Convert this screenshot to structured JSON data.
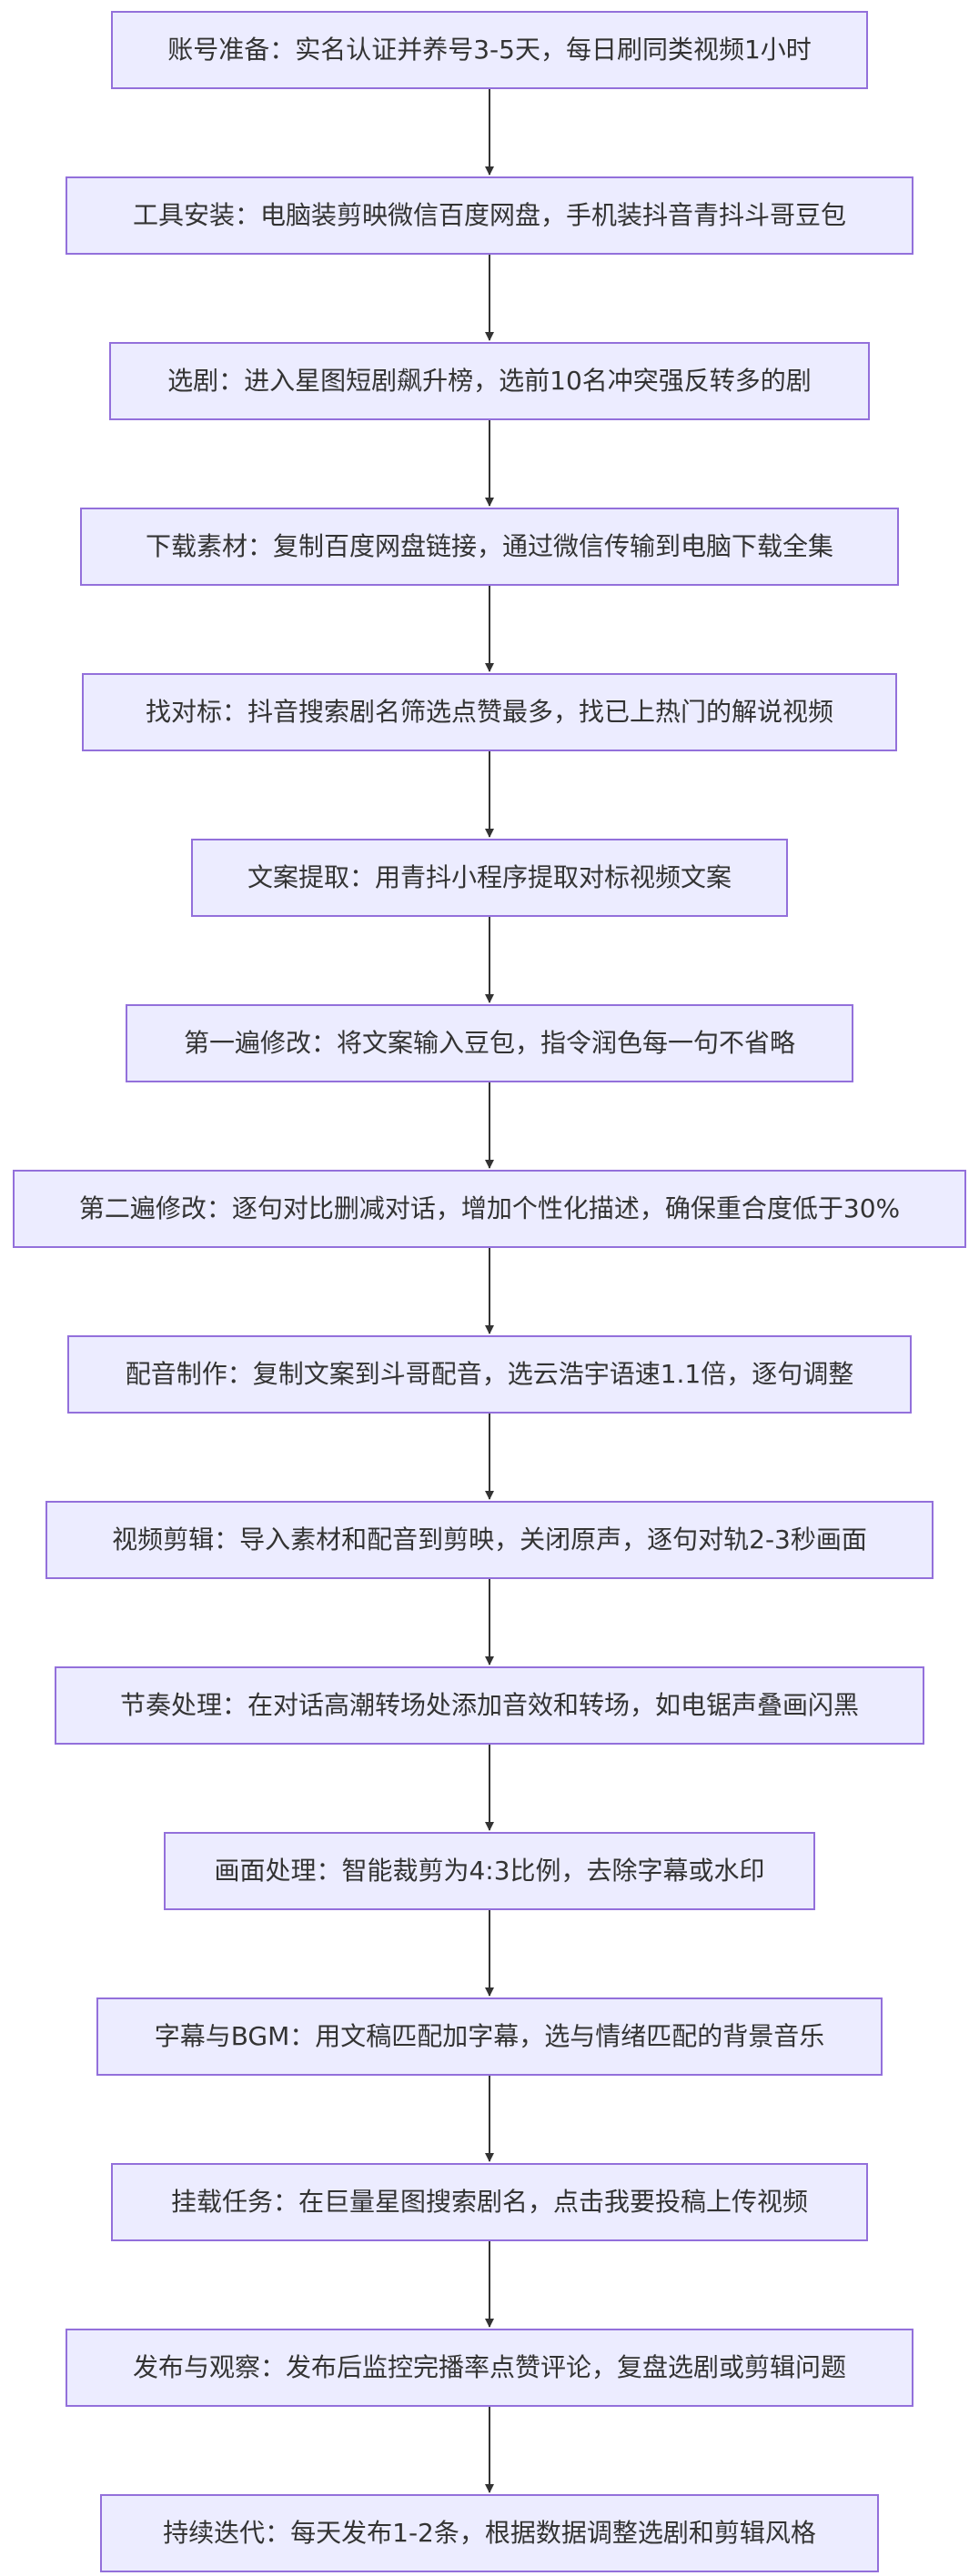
{
  "flowchart": {
    "colors": {
      "node_fill": "#ececff",
      "node_border": "#9370db",
      "text": "#333333",
      "edge": "#333333"
    },
    "steps": [
      {
        "id": "account-prep",
        "label": "账号准备：实名认证并养号3-5天，每日刷同类视频1小时"
      },
      {
        "id": "tool-install",
        "label": "工具安装：电脑装剪映微信百度网盘，手机装抖音青抖斗哥豆包"
      },
      {
        "id": "select-drama",
        "label": "选剧：进入星图短剧飙升榜，选前10名冲突强反转多的剧"
      },
      {
        "id": "download-material",
        "label": "下载素材：复制百度网盘链接，通过微信传输到电脑下载全集"
      },
      {
        "id": "find-benchmark",
        "label": "找对标：抖音搜索剧名筛选点赞最多，找已上热门的解说视频"
      },
      {
        "id": "extract-script",
        "label": "文案提取：用青抖小程序提取对标视频文案"
      },
      {
        "id": "first-edit",
        "label": "第一遍修改：将文案输入豆包，指令润色每一句不省略"
      },
      {
        "id": "second-edit",
        "label": "第二遍修改：逐句对比删减对话，增加个性化描述，确保重合度低于30%"
      },
      {
        "id": "dubbing",
        "label": "配音制作：复制文案到斗哥配音，选云浩宇语速1.1倍，逐句调整"
      },
      {
        "id": "video-edit",
        "label": "视频剪辑：导入素材和配音到剪映，关闭原声，逐句对轨2-3秒画面"
      },
      {
        "id": "rhythm",
        "label": "节奏处理：在对话高潮转场处添加音效和转场，如电锯声叠画闪黑"
      },
      {
        "id": "picture",
        "label": "画面处理：智能裁剪为4:3比例，去除字幕或水印"
      },
      {
        "id": "subtitle-bgm",
        "label": "字幕与BGM：用文稿匹配加字幕，选与情绪匹配的背景音乐"
      },
      {
        "id": "mount-task",
        "label": "挂载任务：在巨量星图搜索剧名，点击我要投稿上传视频"
      },
      {
        "id": "publish-observe",
        "label": "发布与观察：发布后监控完播率点赞评论，复盘选剧或剪辑问题"
      },
      {
        "id": "iterate",
        "label": "持续迭代：每天发布1-2条，根据数据调整选剧和剪辑风格"
      }
    ]
  }
}
